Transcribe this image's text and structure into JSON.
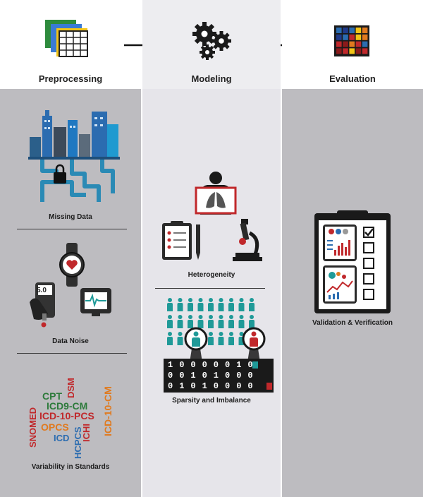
{
  "stages": {
    "preprocessing": "Preprocessing",
    "modeling": "Modeling",
    "evaluation": "Evaluation"
  },
  "preprocessing_items": {
    "missing_data": "Missing Data",
    "data_noise": "Data Noise",
    "variability": "Variability in Standards"
  },
  "modeling_items": {
    "heterogeneity": "Heterogeneity",
    "sparsity": "Sparsity and Imbalance"
  },
  "evaluation_items": {
    "validation": "Validation & Verification"
  },
  "glucometer_reading": "5.0",
  "binary_rows": [
    "10000010",
    "00101000",
    "01010000"
  ],
  "standards": {
    "cpt": "CPT",
    "dsm": "DSM",
    "icd9cm": "ICD9-CM",
    "icd10pcs": "ICD-10-PCS",
    "icd10cm": "ICD-10-CM",
    "snomed": "SNOMED",
    "opcs": "OPCS",
    "icd": "ICD",
    "hcpcs": "HCPCS",
    "ichi": "ICHI"
  },
  "colors": {
    "red": "#c0282b",
    "green": "#2c7a3a",
    "blue": "#2b6cb0",
    "orange": "#e07a1f",
    "teal": "#1f9a98"
  }
}
